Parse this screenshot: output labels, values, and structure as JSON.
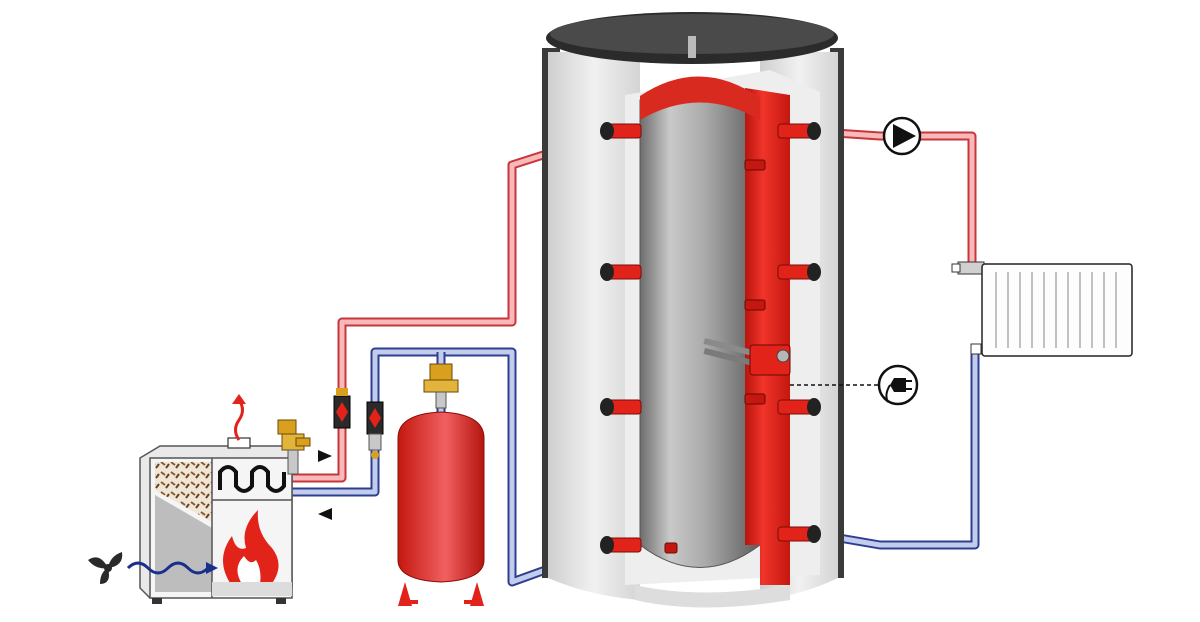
{
  "diagram": {
    "kind": "heating-system-schematic",
    "components": [
      {
        "id": "pellet-boiler",
        "icon": "pellet-boiler-icon"
      },
      {
        "id": "air-supply-fan",
        "icon": "fan-icon"
      },
      {
        "id": "flue-gas",
        "icon": "wavy-up-arrow-icon"
      },
      {
        "id": "safety-valve",
        "icon": "safety-valve-icon"
      },
      {
        "id": "flow-sensors",
        "icon": "flow-indicator-icon"
      },
      {
        "id": "expansion-vessel",
        "icon": "expansion-vessel-icon"
      },
      {
        "id": "buffer-tank",
        "icon": "insulated-tank-icon"
      },
      {
        "id": "electric-heater",
        "icon": "immersion-heater-icon"
      },
      {
        "id": "power-supply",
        "icon": "power-plug-icon"
      },
      {
        "id": "circulation-pump",
        "icon": "pump-icon"
      },
      {
        "id": "radiator",
        "icon": "radiator-icon"
      }
    ],
    "colors": {
      "hot_pipe": "#f4a6a6",
      "hot_pipe_outline": "#c9353a",
      "cold_pipe": "#b9c6e8",
      "cold_pipe_outline": "#2e3f8f",
      "tank_red": "#e2231a",
      "insulation": "#e6e6e6",
      "tank_steel": "#9d9d9d",
      "flame": "#e2231a",
      "air_flow": "#1a2f8c"
    }
  }
}
